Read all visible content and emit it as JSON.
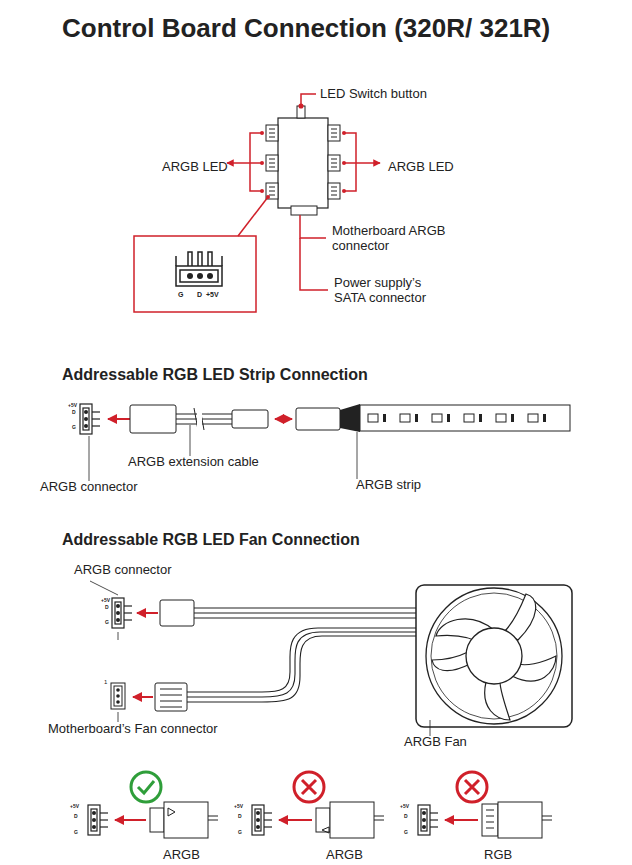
{
  "diagram": {
    "title": "Control Board Connection (320R/ 321R)",
    "labels": [
      "LED Switch button",
      "ARGB LED",
      "ARGB LED",
      "G",
      "D",
      "+5V",
      "Motherboard ARGB connector",
      "Power supply’s SATA connector",
      "Addressable RGB LED Strip Connection",
      "+5V",
      "D",
      "G",
      "ARGB extension cable",
      "ARGB connector",
      "ARGB strip",
      "Addressable RGB LED Fan Connection",
      "ARGB connector",
      "+5V",
      "D",
      "G",
      "1",
      "Motherboard’s Fan connector",
      "ARGB Fan",
      "+5V",
      "D",
      "G",
      "ARGB",
      "+5V",
      "D",
      "G",
      "ARGB",
      "+5V",
      "D",
      "G",
      "RGB"
    ]
  }
}
